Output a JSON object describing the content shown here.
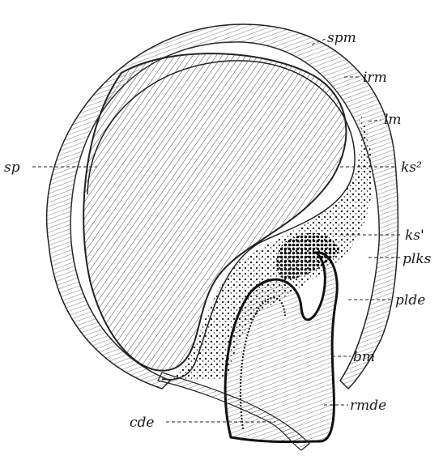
{
  "labels": {
    "spm": "spm",
    "irm": "irm",
    "lm": "lm",
    "sp": "sp",
    "ks2": "ks²",
    "ks1": "ks'",
    "plks": "plks",
    "plde": "plde",
    "bm": "bm",
    "rmde": "rmde",
    "cde": "cde"
  }
}
